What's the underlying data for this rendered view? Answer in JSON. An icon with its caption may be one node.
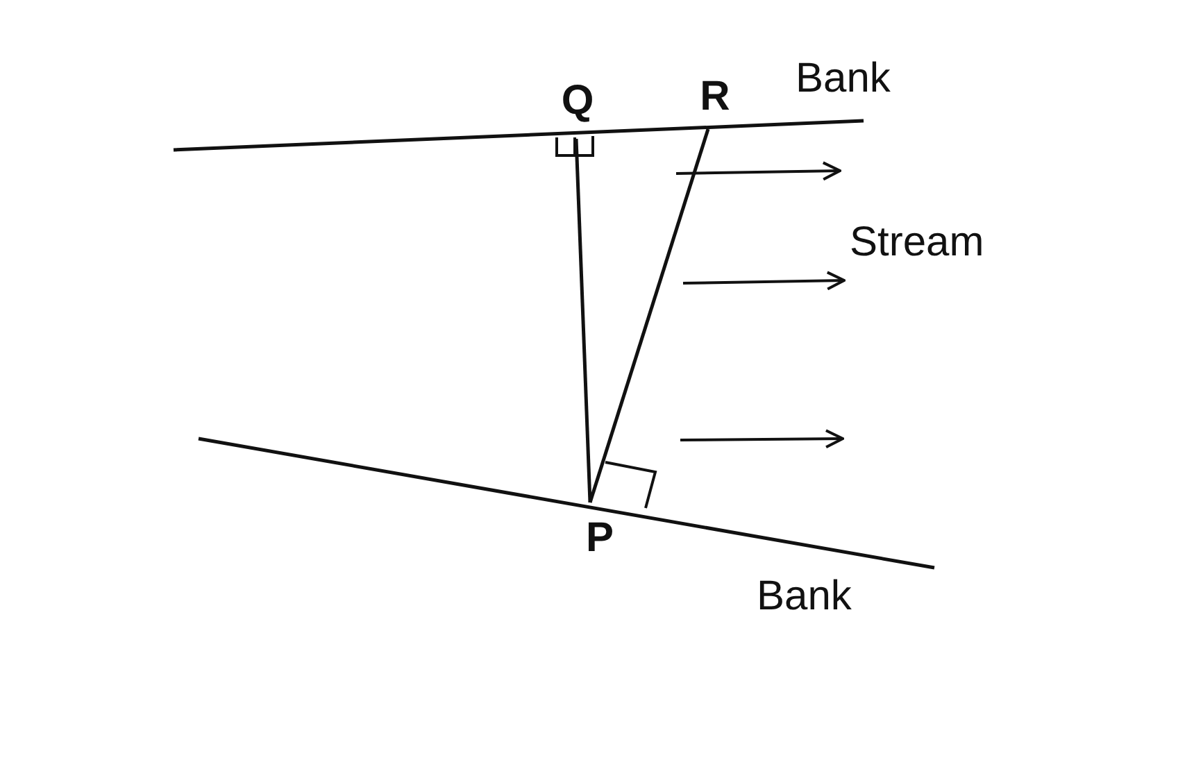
{
  "diagram": {
    "nodes": [
      {
        "text": [
          "Q"
        ]
      },
      {
        "text": [
          "R"
        ]
      },
      {
        "text": [
          "P"
        ]
      }
    ],
    "edges": [
      {
        "from": 2,
        "to": 0,
        "arrow": "none"
      },
      {
        "from": 2,
        "to": 1,
        "arrow": "none"
      }
    ],
    "labels": [
      "Bank",
      "Stream",
      "Bank"
    ]
  }
}
